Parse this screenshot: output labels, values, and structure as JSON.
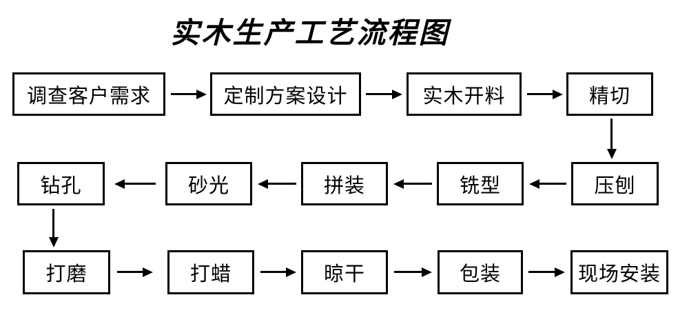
{
  "title": "实木生产工艺流程图",
  "diagram": {
    "rows": [
      {
        "direction": "left-to-right",
        "steps": [
          "调查客户需求",
          "定制方案设计",
          "实木开料",
          "精切"
        ]
      },
      {
        "direction": "right-to-left",
        "steps": [
          "钻孔",
          "砂光",
          "拼装",
          "铣型",
          "压刨"
        ]
      },
      {
        "direction": "left-to-right",
        "steps": [
          "打磨",
          "打蜡",
          "晾干",
          "包装",
          "现场安装"
        ]
      }
    ],
    "connectors": [
      {
        "from": "精切",
        "to": "压刨",
        "type": "arrow-down"
      },
      {
        "from": "钻孔",
        "to": "打磨",
        "type": "arrow-down"
      }
    ],
    "process_order": [
      "调查客户需求",
      "定制方案设计",
      "实木开料",
      "精切",
      "压刨",
      "铣型",
      "拼装",
      "砂光",
      "钻孔",
      "打磨",
      "打蜡",
      "晾干",
      "包装",
      "现场安装"
    ]
  },
  "icons": {
    "arrow_right": "→",
    "arrow_left": "←",
    "arrow_down": "↓"
  },
  "colors": {
    "background": "#ffffff",
    "line": "#000000",
    "text": "#000000"
  }
}
